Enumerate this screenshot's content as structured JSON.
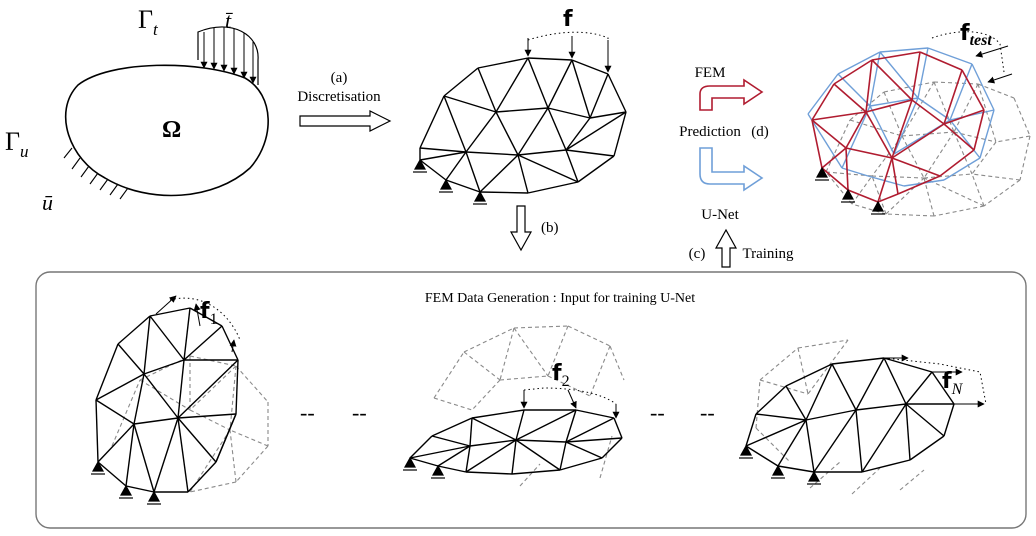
{
  "top": {
    "gamma_t": "Γ",
    "gamma_t_sub": "t",
    "t_bar": "t̄",
    "omega": "Ω",
    "gamma_u": "Γ",
    "gamma_u_sub": "u",
    "u_bar": "ū",
    "step_a": "(a)",
    "discretisation": "Discretisation",
    "f_label": "f",
    "step_b": "(b)"
  },
  "right": {
    "fem": "FEM",
    "prediction": "Prediction",
    "step_d": "(d)",
    "unet": "U-Net",
    "step_c": "(c)",
    "training": "Training",
    "f_test": "f",
    "f_test_sub": "test"
  },
  "bottom": {
    "panel_title": "FEM Data Generation : Input for training U-Net",
    "f1": "f",
    "f1_sub": "1",
    "f2": "f",
    "f2_sub": "2",
    "fN": "f",
    "fN_sub": "N",
    "sep": "--"
  },
  "colors": {
    "fem_arrow": "#b01c30",
    "unet_arrow": "#6f9fd8",
    "ghost_mesh": "#8a8a8a"
  }
}
